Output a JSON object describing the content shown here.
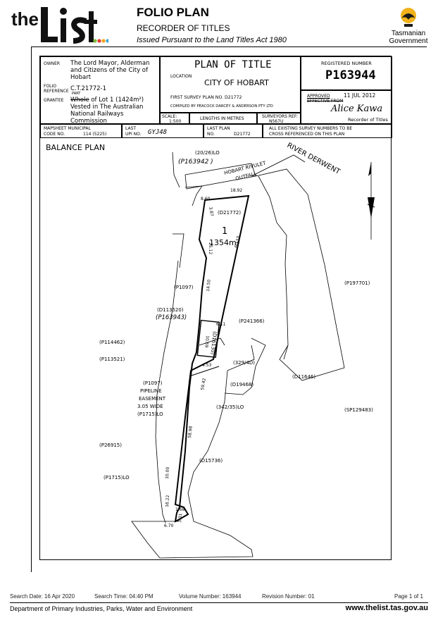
{
  "header": {
    "logo_text": "the list",
    "title": "FOLIO PLAN",
    "subtitle": "RECORDER OF TITLES",
    "issued": "Issued Pursuant to the Land Titles Act 1980",
    "gov_line1": "Tasmanian",
    "gov_line2": "Government"
  },
  "plan": {
    "owner_label": "OWNER",
    "owner_lines": [
      "The Lord Mayor, Alderman",
      "and Citizens of the City of",
      "Hobart"
    ],
    "folio_label_1": "FOLIO",
    "folio_label_2": "REFERENCE",
    "folio_ref": "C.T.21772-1",
    "grantee_label": "GRANTEE",
    "part_mark": "PART",
    "grantee_struck": "Whole",
    "grantee_rest": " of Lot 1 (1424m²)",
    "grantee_lines": [
      "Vested in The Australian",
      "National Railways Commission"
    ],
    "heading": "PLAN OF TITLE",
    "location_label": "LOCATION",
    "location": "CITY OF HOBART",
    "first_survey": "FIRST SURVEY PLAN No. D21772",
    "compiled": "COMPILED BY PEACOCK DARCEY & ANDERSON PTY LTD",
    "registered_label": "REGISTERED NUMBER",
    "registered_number": "P163944",
    "approved_label": "APPROVED",
    "approved_date": "11 JUL 2012",
    "effective_label": "EFFECTIVE FROM",
    "signature": "Alice Kawa",
    "recorder_label": "Recorder of Titles",
    "scale_label": "SCALE:",
    "scale": "1:500",
    "lengths": "LENGTHS IN METRES",
    "surveyors_label": "SURVEYORS REF:",
    "surveyors_ref": "N567U",
    "mapsheet_label_1": "MAPSHEET MUNICIPAL",
    "mapsheet_label_2": "CODE No.",
    "mapsheet_code": "114 (5225)",
    "last_upi_label_1": "LAST",
    "last_upi_label_2": "UPI No.",
    "last_upi": "GYJ48",
    "last_plan_label_1": "LAST PLAN",
    "last_plan_label_2": "No.",
    "last_plan": "D21772",
    "note_line1": "ALL EXISTING SURVEY NUMBERS TO BE",
    "note_line2": "CROSS REFERENCED ON THIS PLAN"
  },
  "drawing": {
    "balance_plan": "BALANCE PLAN",
    "river": "RIVER DERWENT",
    "lot_number": "1",
    "lot_area": "1354m²",
    "labels": {
      "p20_26": "(20/26)LO",
      "p163942": "(P163942 )",
      "hobart_rivulet": "HOBART RIVULET",
      "outfall": "OUTFALL",
      "d21772": "(D21772)",
      "p1097a": "(P1097)",
      "d113520": "(D113520)",
      "p163943": "(P163943)",
      "p241366": "(P241366)",
      "p197701": "(P197701)",
      "p114462": "(P114462)",
      "p113521": "(P113521)",
      "d16130": "(D16130)",
      "p329_4": "(329/4D)",
      "d19468": "(D19468)",
      "d11646": "(D11646)",
      "p1097b": "(P1097)",
      "pipeline1": "PIPELINE",
      "pipeline2": "EASEMENT",
      "pipeline3": "3.05 WIDE",
      "p1715a": "(P1715)LO",
      "p342_35": "(342/35)LO",
      "sp129483": "(SP129483)",
      "p26915": "(P26915)",
      "d15736": "(D15736)",
      "p1715b": "(P1715)LO"
    },
    "dims": {
      "d18_92": "18.92",
      "d8_60": "8.60",
      "d3_87": "3.87",
      "d25_12": "25.12",
      "d60_10": "60.10",
      "d14_50": "14.50",
      "d6_11": "6.11",
      "d10_59": "10.59",
      "d4_53": "4.53",
      "d59_42": "59.42",
      "d58_98": "58.98",
      "d10_00": "10.00",
      "d16_22": "16.22",
      "d1_68": "1.68",
      "d3_31": "3.31",
      "d6_70": "6.70"
    }
  },
  "footer": {
    "search_date": "Search Date: 16 Apr 2020",
    "search_time": "Search Time: 04:40 PM",
    "volume": "Volume Number: 163944",
    "revision": "Revision Number: 01",
    "page": "Page 1 of 1",
    "dept": "Department of Primary Industries, Parks, Water and Environment",
    "url": "www.thelist.tas.gov.au"
  }
}
